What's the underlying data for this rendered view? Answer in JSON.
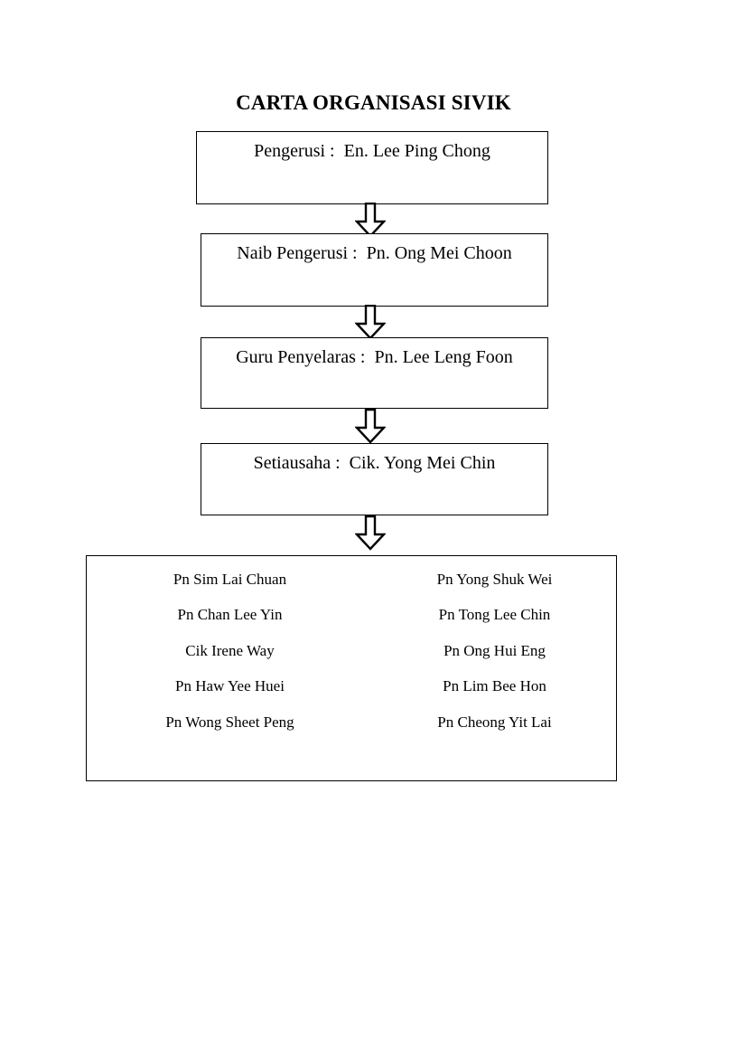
{
  "document": {
    "title": "CARTA ORGANISASI SIVIK",
    "background_color": "#ffffff",
    "text_color": "#000000"
  },
  "hierarchy": {
    "nodes": [
      {
        "id": "chairman",
        "label": "Pengerusi :  En. Lee Ping Chong"
      },
      {
        "id": "vicechair",
        "label": "Naib Pengerusi :  Pn. Ong Mei Choon"
      },
      {
        "id": "coordinator",
        "label": "Guru Penyelaras :  Pn. Lee Leng Foon"
      },
      {
        "id": "secretary",
        "label": "Setiausaha :  Cik. Yong Mei Chin"
      }
    ],
    "connector_icon": "down-block-arrow-icon",
    "connector_count": 4
  },
  "members": {
    "columns": 2,
    "rows": [
      {
        "left": "Pn Sim Lai Chuan",
        "right": "Pn Yong Shuk Wei"
      },
      {
        "left": "Pn Chan Lee Yin",
        "right": "Pn Tong Lee Chin"
      },
      {
        "left": "Cik Irene Way",
        "right": "Pn Ong Hui Eng"
      },
      {
        "left": "Pn Haw Yee Huei",
        "right": "Pn Lim Bee Hon"
      },
      {
        "left": "Pn Wong Sheet Peng",
        "right": "Pn Cheong Yit Lai"
      }
    ]
  }
}
